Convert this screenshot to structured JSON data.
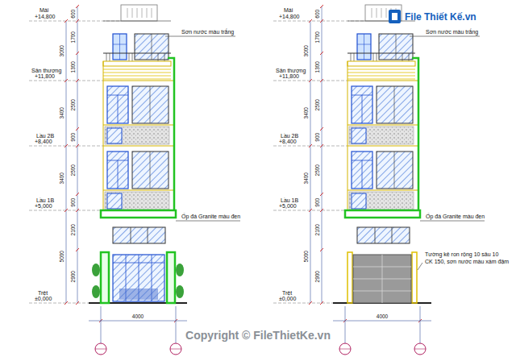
{
  "diagram": {
    "labels": [
      "Mái",
      "+14,800",
      "Sân thượng",
      "+11,800",
      "Lầu 2B",
      "+8,400",
      "Lầu 1B",
      "+5,000",
      "Trệt",
      "±0,000",
      "600",
      "1700",
      "1300",
      "3000",
      "2500",
      "900",
      "3400",
      "2500",
      "900",
      "3400",
      "2100",
      "2900",
      "5000",
      "4000",
      "Sơn nước màu trắng",
      "Ốp đá Granite màu đen",
      "Mái",
      "+14,800",
      "Sân thượng",
      "+11,800",
      "Lầu 2B",
      "+8,400",
      "Lầu 1B",
      "+5,000",
      "Trệt",
      "±0,000",
      "600",
      "1700",
      "1300",
      "3000",
      "2500",
      "900",
      "3400",
      "2500",
      "900",
      "3400",
      "2100",
      "2900",
      "5000",
      "4000",
      "Sơn nước màu trắng",
      "Ốp đá Granite màu đen",
      "Tường kẻ ron rộng 10 sâu 10",
      "CK 150, sơn nước màu xám đậm",
      "Copyright © FileThietKe.vn",
      "File Thiết Kế.vn"
    ]
  }
}
